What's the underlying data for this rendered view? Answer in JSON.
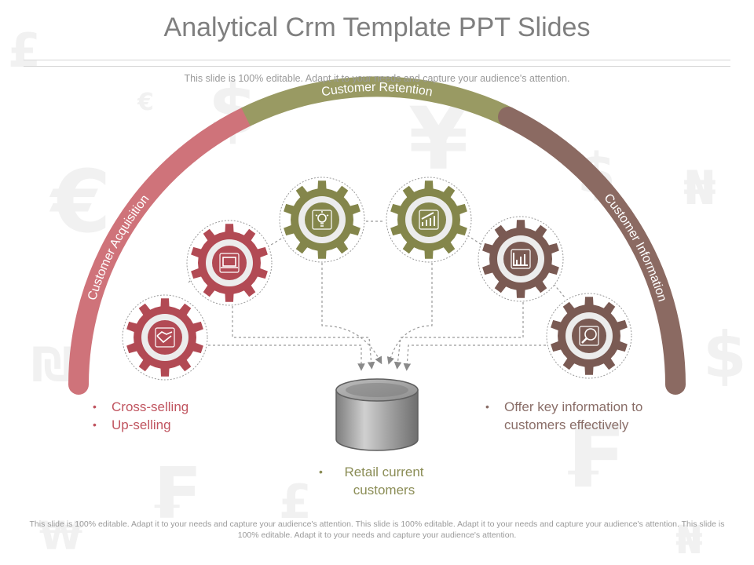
{
  "slide": {
    "title": "Analytical Crm Template PPT Slides",
    "subtitle": "This slide is 100% editable. Adapt it to your needs and capture your audience's attention.",
    "footer": "This slide is 100% editable. Adapt it to your needs and capture your audience's attention. This slide is 100% editable. Adapt it to your needs and capture your audience's attention. This slide is 100% editable. Adapt it to your needs and capture your audience's attention."
  },
  "arc": {
    "segments": [
      {
        "label": "Customer Acquisition",
        "color": "#cf737a"
      },
      {
        "label": "Customer Retention",
        "color": "#999a63"
      },
      {
        "label": "Customer Information",
        "color": "#8b6a62"
      }
    ]
  },
  "gears": [
    {
      "icon": "handshake-icon",
      "color": "#b24a54"
    },
    {
      "icon": "laptop-icon",
      "color": "#b24a54"
    },
    {
      "icon": "lightbulb-icon",
      "color": "#84864b"
    },
    {
      "icon": "growth-chart-icon",
      "color": "#84864b"
    },
    {
      "icon": "bar-chart-icon",
      "color": "#7a5a53"
    },
    {
      "icon": "magnifier-chart-icon",
      "color": "#7a5a53"
    }
  ],
  "bullets": {
    "left": [
      "Cross-selling",
      "Up-selling"
    ],
    "center": [
      "Retail current customers"
    ],
    "right": [
      "Offer key information to customers effectively"
    ]
  },
  "database": {
    "icon": "database-cylinder-icon"
  },
  "background_symbols": [
    "currency-symbols"
  ]
}
